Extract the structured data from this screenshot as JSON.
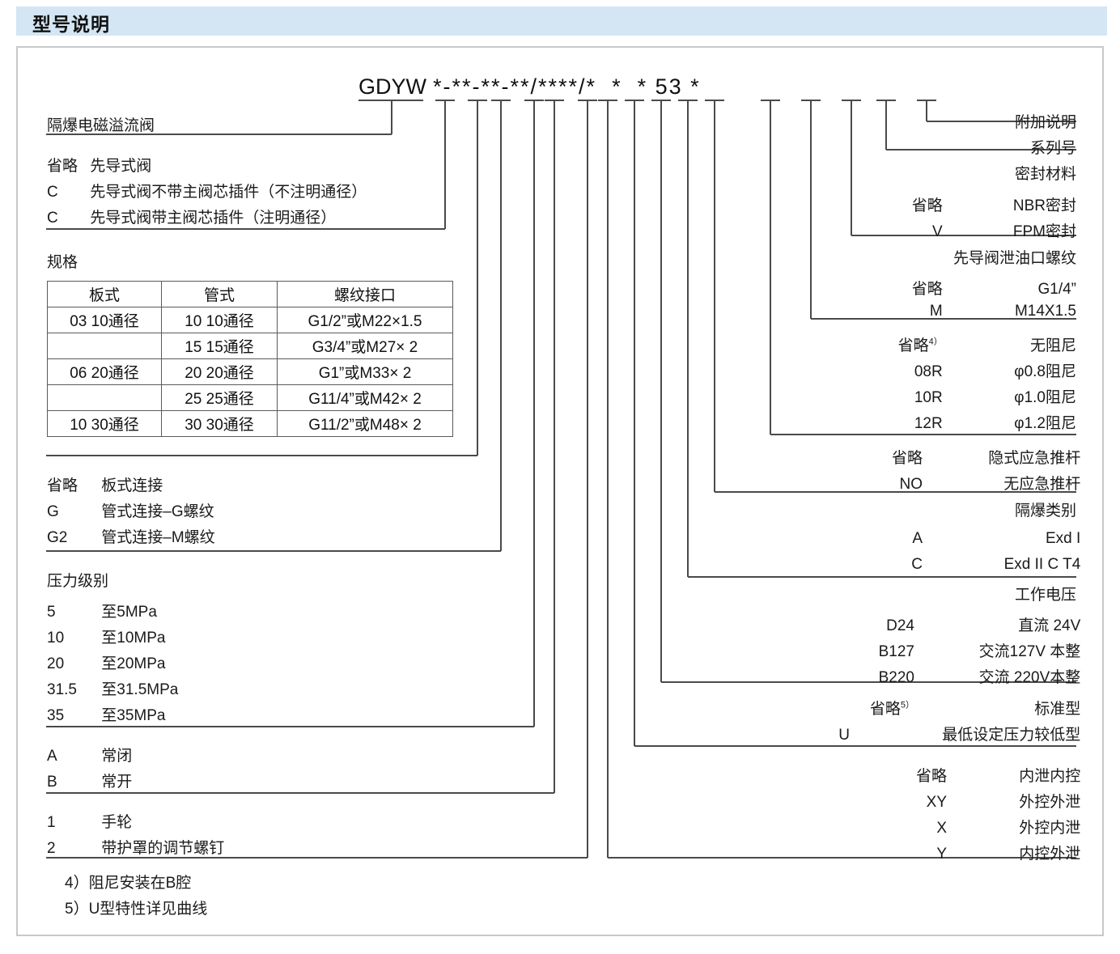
{
  "header": {
    "title": "型号说明"
  },
  "model_code": {
    "prefix": "GDYW",
    "pattern": "*-**-**-**/****/*  *  * 53 *",
    "series_number_literal": "53"
  },
  "left_labels": {
    "product_name": "隔爆电磁溢流阀",
    "pilot_type": {
      "rows": [
        {
          "code": "省略",
          "desc": "先导式阀"
        },
        {
          "code": "C",
          "desc": "先导式阀不带主阀芯插件（不注明通径）"
        },
        {
          "code": "C",
          "desc": "先导式阀带主阀芯插件（注明通径）"
        }
      ]
    },
    "spec": {
      "title": "规格",
      "headers": [
        "板式",
        "管式",
        "螺纹接口"
      ],
      "rows": [
        [
          "03 10通径",
          "10 10通径",
          "G1/2”或M22×1.5"
        ],
        [
          "",
          "15 15通径",
          "G3/4”或M27× 2"
        ],
        [
          "06 20通径",
          "20 20通径",
          "G1”或M33× 2"
        ],
        [
          "",
          "25 25通径",
          "G11/4”或M42× 2"
        ],
        [
          "10 30通径",
          "30 30通径",
          "G11/2”或M48× 2"
        ]
      ]
    },
    "connection": {
      "rows": [
        {
          "code": "省略",
          "desc": "板式连接"
        },
        {
          "code": "G",
          "desc": "管式连接–G螺纹"
        },
        {
          "code": "G2",
          "desc": "管式连接–M螺纹"
        }
      ]
    },
    "pressure": {
      "title": "压力级别",
      "rows": [
        {
          "code": "5",
          "desc": "至5MPa"
        },
        {
          "code": "10",
          "desc": "至10MPa"
        },
        {
          "code": "20",
          "desc": "至20MPa"
        },
        {
          "code": "31.5",
          "desc": "至31.5MPa"
        },
        {
          "code": "35",
          "desc": "至35MPa"
        }
      ]
    },
    "normal_state": {
      "rows": [
        {
          "code": "A",
          "desc": "常闭"
        },
        {
          "code": "B",
          "desc": "常开"
        }
      ]
    },
    "adjust_type": {
      "rows": [
        {
          "code": "1",
          "desc": "手轮"
        },
        {
          "code": "2",
          "desc": "带护罩的调节螺钉"
        }
      ]
    }
  },
  "right_labels": {
    "additional_note": "附加说明",
    "series_number": "系列号",
    "seal_material": {
      "title": "密封材料",
      "rows": [
        {
          "code": "省略",
          "desc": "NBR密封"
        },
        {
          "code": "V",
          "desc": "FPM密封"
        }
      ]
    },
    "drain_thread": {
      "title": "先导阀泄油口螺纹",
      "rows": [
        {
          "code": "省略",
          "desc": "G1/4”"
        },
        {
          "code": "M",
          "desc": "M14X1.5"
        }
      ]
    },
    "damping": {
      "rows": [
        {
          "code": "省略",
          "sup": "4）",
          "desc": "无阻尼"
        },
        {
          "code": "08R",
          "sup": "",
          "desc": "φ0.8阻尼"
        },
        {
          "code": "10R",
          "sup": "",
          "desc": "φ1.0阻尼"
        },
        {
          "code": "12R",
          "sup": "",
          "desc": "φ1.2阻尼"
        }
      ]
    },
    "emergency_rod": {
      "rows": [
        {
          "code": "省略",
          "desc": "隐式应急推杆"
        },
        {
          "code": "NO",
          "desc": "无应急推杆"
        }
      ]
    },
    "ex_class": {
      "title": "隔爆类别",
      "rows": [
        {
          "code": "A",
          "desc": "Exd I"
        },
        {
          "code": "C",
          "desc": "Exd II C  T4"
        }
      ]
    },
    "voltage": {
      "title": "工作电压",
      "rows": [
        {
          "code": "D24",
          "desc": "直流 24V"
        },
        {
          "code": "B127",
          "desc": "交流127V 本整"
        },
        {
          "code": "B220",
          "desc": "交流 220V本整"
        }
      ]
    },
    "characteristic": {
      "rows": [
        {
          "code": "省略",
          "sup": "5）",
          "desc": "标准型"
        },
        {
          "code": "U",
          "sup": "",
          "desc": "最低设定压力较低型"
        }
      ]
    },
    "control_drain": {
      "rows": [
        {
          "code": "省略",
          "desc": "内泄内控"
        },
        {
          "code": "XY",
          "desc": "外控外泄"
        },
        {
          "code": "X",
          "desc": "外控内泄"
        },
        {
          "code": "Y",
          "desc": "内控外泄"
        }
      ]
    }
  },
  "footnotes": [
    "4）阻尼安装在B腔",
    "5）U型特性详见曲线"
  ],
  "colors": {
    "header_band": "#d4e5f3",
    "frame_border": "#c9c9c9",
    "leader_line": "#4a4a4a",
    "text": "#1a1a1a"
  }
}
